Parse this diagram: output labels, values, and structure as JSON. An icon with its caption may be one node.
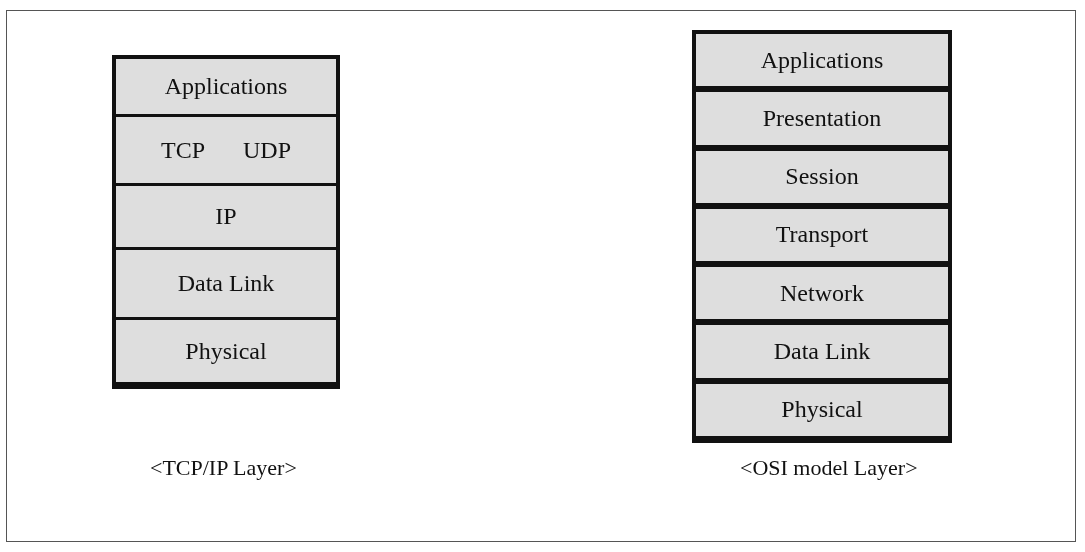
{
  "diagram": {
    "nodes": [
      {
        "text": [
          "Applications"
        ]
      },
      {
        "text": [
          "TCP",
          "UDP"
        ]
      },
      {
        "text": [
          "IP"
        ]
      },
      {
        "text": [
          "Data Link"
        ]
      },
      {
        "text": [
          "Physical"
        ]
      },
      {
        "text": [
          "Applications"
        ]
      },
      {
        "text": [
          "Presentation"
        ]
      },
      {
        "text": [
          "Session"
        ]
      },
      {
        "text": [
          "Transport"
        ]
      },
      {
        "text": [
          "Network"
        ]
      },
      {
        "text": [
          "Data Link"
        ]
      },
      {
        "text": [
          "Physical"
        ]
      }
    ],
    "edges": [],
    "labels": [
      "<TCP/IP Layer>",
      "<OSI model Layer>"
    ]
  }
}
